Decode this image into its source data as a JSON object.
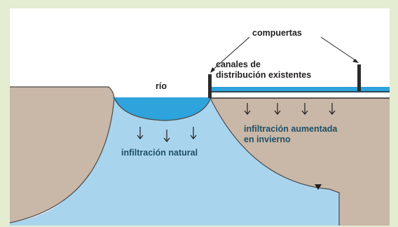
{
  "labels": {
    "gates": "compuertas",
    "river": "río",
    "canals_line1": "canales de",
    "canals_line2": "distribución existentes",
    "natural_infiltration": "infiltración natural",
    "winter_line1": "infiltración aumentada",
    "winter_line2": "en invierno"
  },
  "colors": {
    "background": "#e4ecd1",
    "panel": "#ffffff",
    "soil": "#c9b7a7",
    "groundwater": "#a9d4ee",
    "river_water": "#2ea3dc",
    "canal_water": "#2ea3dc",
    "gate": "#2b2b2b",
    "text": "#231f20",
    "infiltration_text": "#1e4f66"
  },
  "icons": {
    "arrow": "down-arrow-icon",
    "water_table": "water-table-marker-icon"
  }
}
